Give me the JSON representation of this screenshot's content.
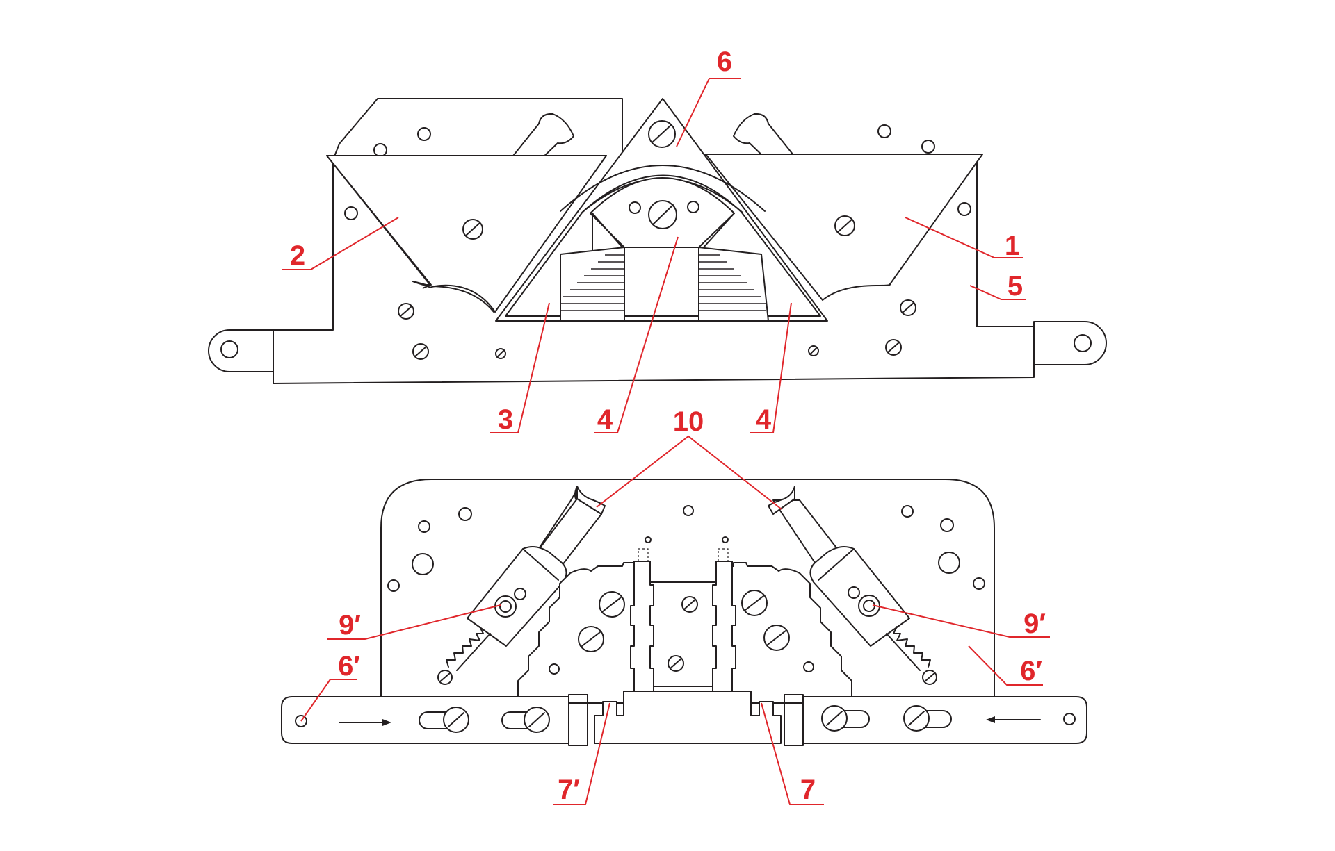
{
  "colors": {
    "line": "#231f20",
    "label": "#e0262b",
    "background": "#ffffff"
  },
  "labels": {
    "l1": "1",
    "l2": "2",
    "l3": "3",
    "l4a": "4",
    "l4b": "4",
    "l5": "5",
    "l6": "6",
    "l10": "10",
    "l9pl": "9′",
    "l9pr": "9′",
    "l6pl": "6′",
    "l6pr": "6′",
    "l7p": "7′",
    "l7": "7"
  }
}
